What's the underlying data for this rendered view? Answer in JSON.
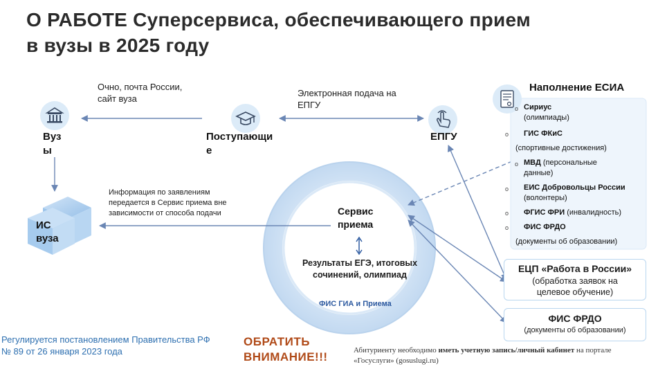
{
  "title": {
    "line1": "О РАБОТЕ Суперсервиса, обеспечивающего прием",
    "line2": "в вузы в 2025 году"
  },
  "nodes": {
    "vuz": {
      "line1": "Вуз",
      "line2": "ы"
    },
    "applicants": {
      "line1": "Поступающи",
      "line2": "е"
    },
    "epgu": "ЕПГУ",
    "is_vuz": {
      "line1": "ИС",
      "line2": "вуза"
    },
    "service": {
      "line1": "Сервис",
      "line2": "приема"
    },
    "results": {
      "line1": "Результаты ЕГЭ, итоговых",
      "line2": "сочинений, олимпиад"
    },
    "fis_gia": "ФИС ГИА и Приема"
  },
  "edge_labels": {
    "offline": {
      "line1": "Очно, почта России,",
      "line2": "сайт вуза"
    },
    "online": {
      "line1": "Электронная подача на",
      "line2": "ЕПГУ"
    },
    "info": {
      "line1": "Информация по заявлениям",
      "line2": "передается в Сервис приема вне",
      "line3": "зависимости от способа подачи"
    }
  },
  "esia": {
    "heading": "Наполнение ЕСИА",
    "bullet_glyph": "o",
    "items": [
      {
        "bold": "Сириус",
        "normal": "(олимпиады)"
      },
      {
        "bold": "ГИС ФКиС",
        "normal": "(спортивные достижения)"
      },
      {
        "bold": "МВД",
        "normal_inline": "(персональные",
        "normal": "данные)"
      },
      {
        "bold": "ЕИС Добровольцы России",
        "normal": "(волонтеры)"
      },
      {
        "bold": "ФГИС ФРИ",
        "normal_inline": "(инвалидность)"
      },
      {
        "bold": "ФИС ФРДО",
        "normal": "(документы об образовании)"
      }
    ]
  },
  "boxes": {
    "ecp": {
      "title": "ЕЦП «Работа в России»",
      "line1": "(обработка заявок на",
      "line2": "целевое обучение)"
    },
    "frdo": {
      "title": "ФИС ФРДО",
      "line1": "(документы об образовании)"
    }
  },
  "footer": {
    "left_line1": "Регулируется постановлением Правительства РФ",
    "left_line2": "№ 89 от 26 января 2023 года",
    "attention_line1": "ОБРАТИТЬ",
    "attention_line2": "ВНИМАНИЕ!!!",
    "right_pre": "Абитуриенту необходимо ",
    "right_bold": "иметь учетную запись/личный кабинет",
    "right_post": " на портале",
    "right_line2": "«Госуслуги» (gosuslugi.ru)"
  },
  "colors": {
    "arrow": "#6a86b4",
    "ring_outer": "#c9ddf1",
    "ring_inner": "#b9d3ee",
    "icon_bg": "#dcebf8",
    "accent_blue": "#2d6fb0",
    "attention": "#b04a18"
  }
}
